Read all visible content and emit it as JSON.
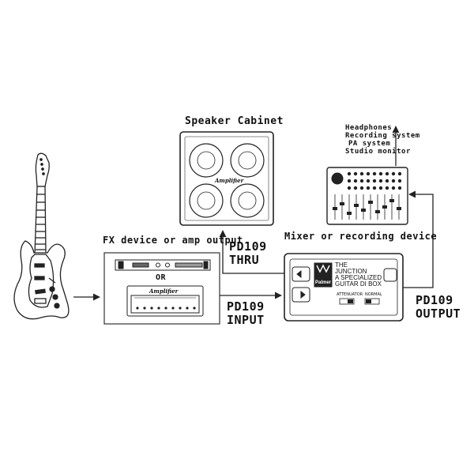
{
  "labels": {
    "speaker_cabinet": "Speaker Cabinet",
    "fx_device": "FX device or amp output",
    "or": "OR",
    "mixer": "Mixer or recording device",
    "thru_1": "PD109",
    "thru_2": "THRU",
    "input_1": "PD109",
    "input_2": "INPUT",
    "output_1": "PD109",
    "output_2": "OUTPUT"
  },
  "destinations": [
    "Headphones",
    "Recording system",
    "PA system",
    "Studio monitor"
  ],
  "junction": {
    "title_1": "THE",
    "title_2": "JUNCTION",
    "sub_1": "A SPECIALIZED",
    "sub_2": "GUITAR DI BOX",
    "brand": "Palmer",
    "control_1": "ATTENUATOR",
    "control_2": "NORMAL"
  },
  "amp_brand": "Amplifier",
  "cabinet_brand": "Amplifier"
}
